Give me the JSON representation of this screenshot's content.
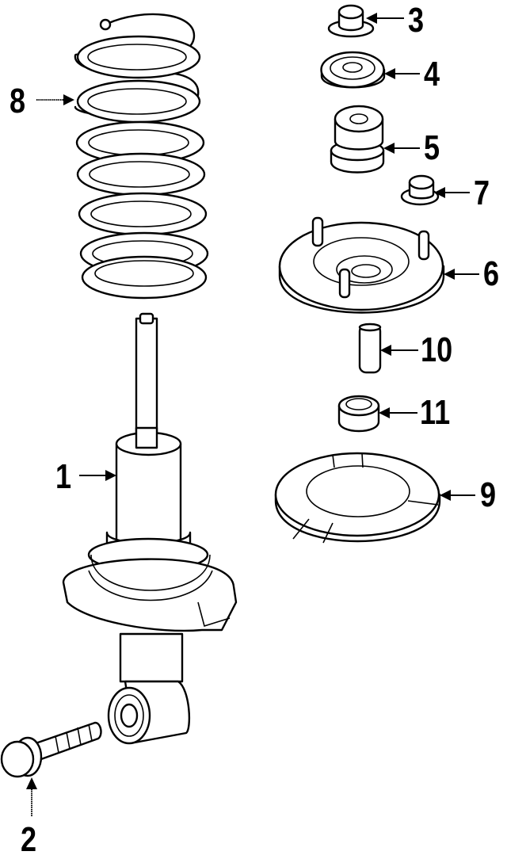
{
  "diagram": {
    "type": "exploded parts diagram",
    "subject": "rear strut / shock absorber assembly",
    "line_color": "#000000",
    "background": "#ffffff"
  },
  "callouts": [
    {
      "id": "1",
      "label": "1",
      "part": "strut-assembly"
    },
    {
      "id": "2",
      "label": "2",
      "part": "mounting-bolt"
    },
    {
      "id": "3",
      "label": "3",
      "part": "top-nut-cap"
    },
    {
      "id": "4",
      "label": "4",
      "part": "upper-washer"
    },
    {
      "id": "5",
      "label": "5",
      "part": "mount-bushing"
    },
    {
      "id": "6",
      "label": "6",
      "part": "strut-mount-plate"
    },
    {
      "id": "7",
      "label": "7",
      "part": "mount-nut"
    },
    {
      "id": "8",
      "label": "8",
      "part": "coil-spring"
    },
    {
      "id": "9",
      "label": "9",
      "part": "spring-insulator"
    },
    {
      "id": "10",
      "label": "10",
      "part": "spacer-sleeve"
    },
    {
      "id": "11",
      "label": "11",
      "part": "bump-stop-bushing"
    }
  ]
}
